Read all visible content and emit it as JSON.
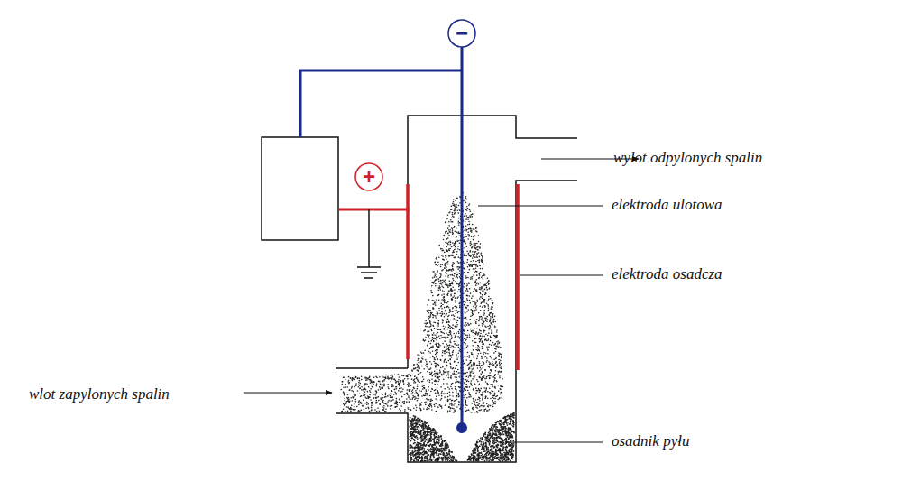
{
  "diagram": {
    "labels": [
      "−",
      "+",
      "wylot odpylonych spalin",
      "elektroda ulotowa",
      "elektroda osadcza",
      "wlot zapylonych spalin",
      "osadnik pyłu"
    ]
  }
}
